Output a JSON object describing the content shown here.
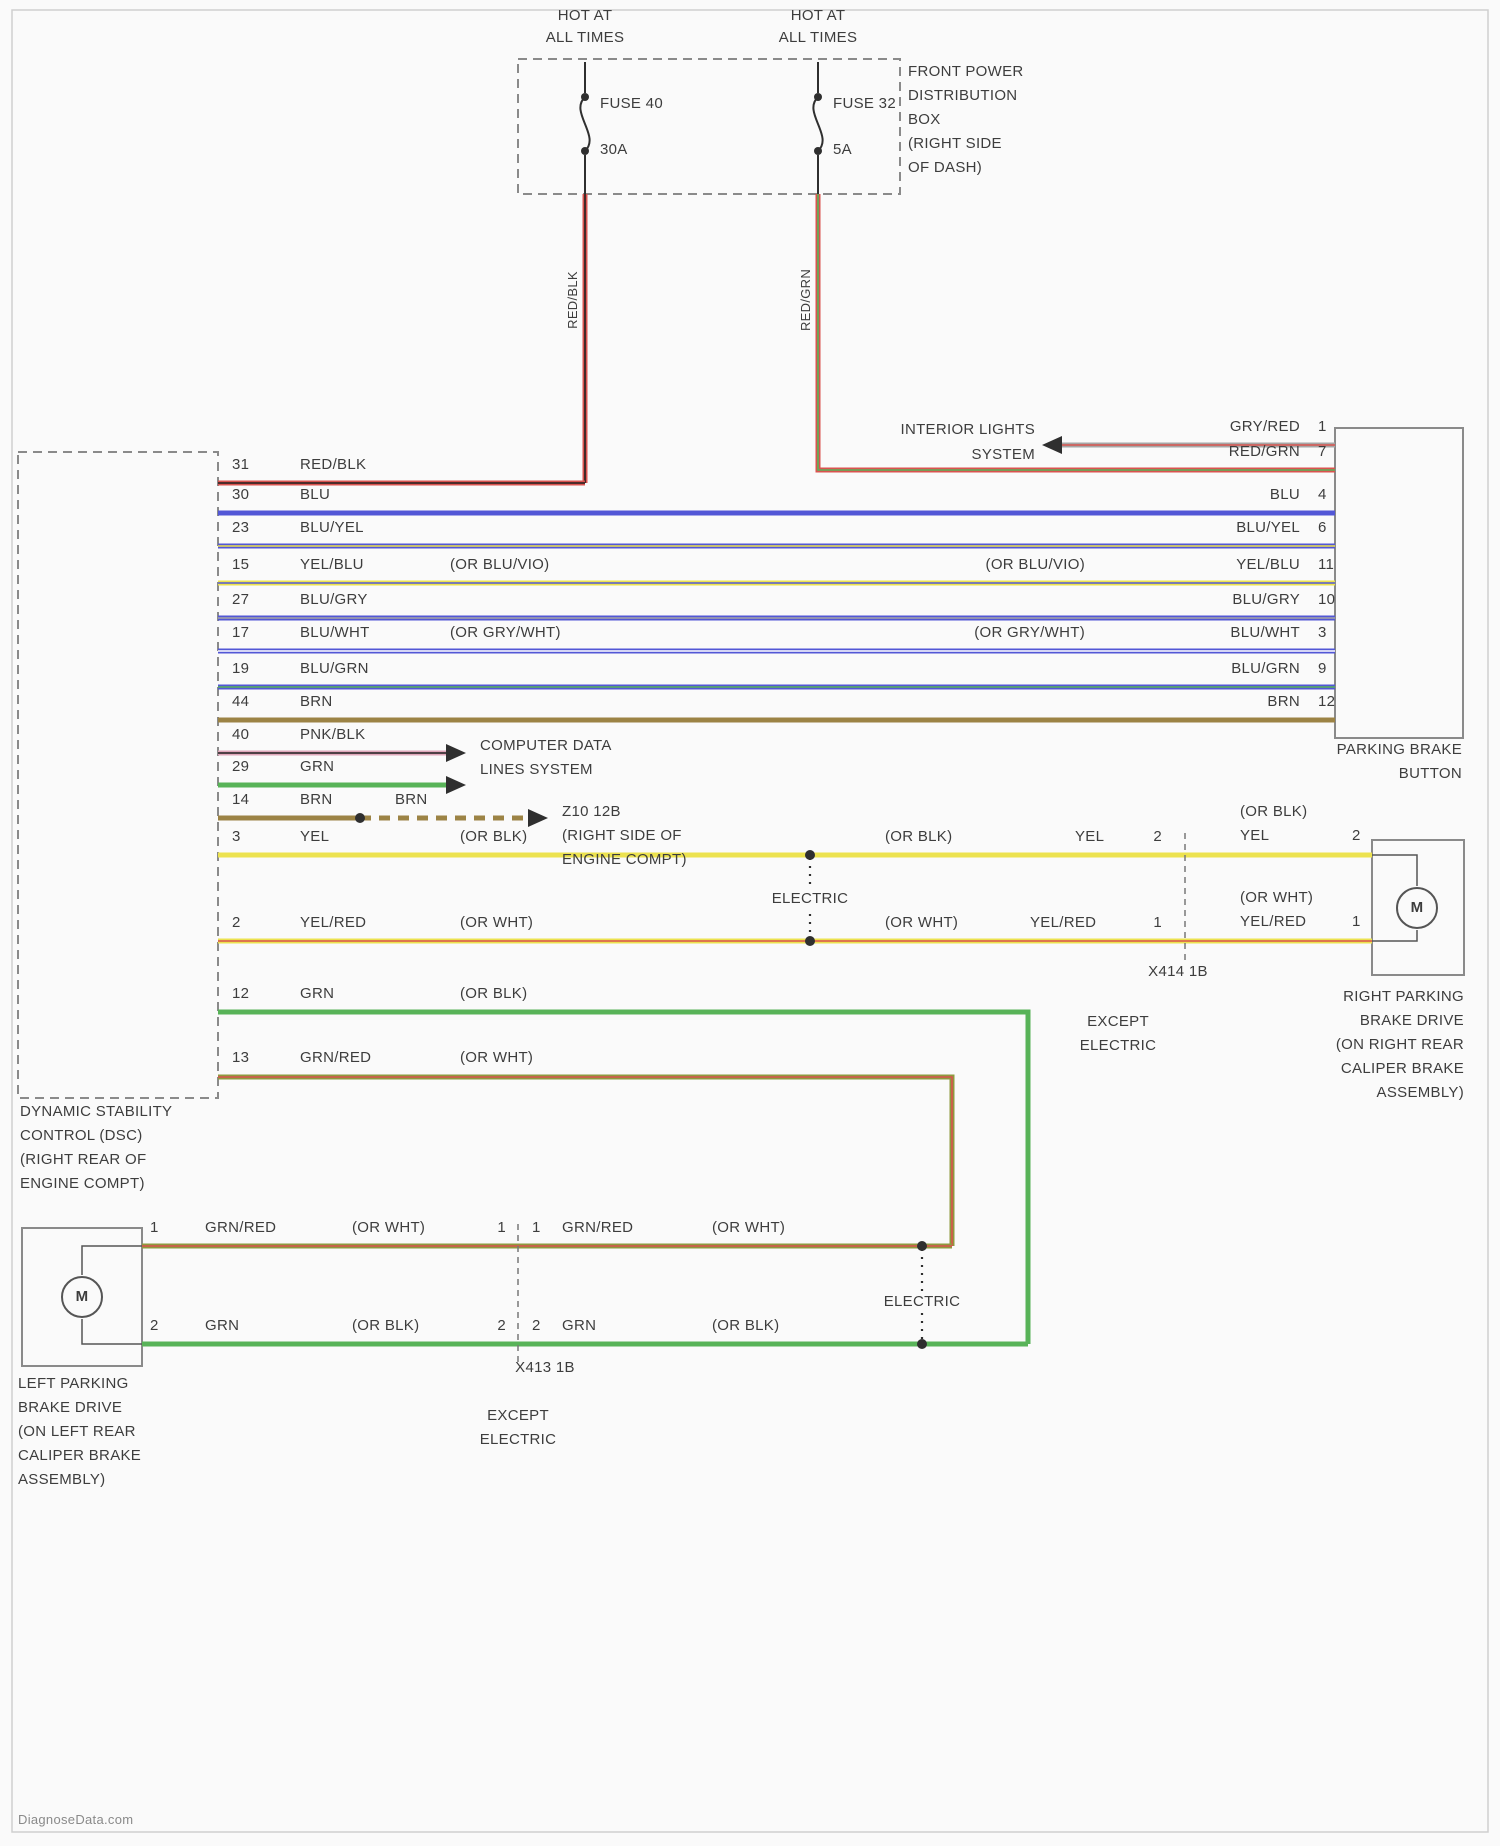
{
  "diagram": {
    "watermark": "DiagnoseData.com",
    "colors": {
      "red": "#d9534f",
      "black": "#1f1f1f",
      "blue": "#5257d6",
      "yellow": "#ece24f",
      "green": "#58b358",
      "brown": "#9c8345",
      "dark_olive": "#8f9a3e",
      "pink": "#dfa6b9",
      "gray": "#a6a6a6",
      "white": "#ffffff",
      "outline": "#8a8a8a",
      "ink": "#2f2f2f"
    },
    "labels": {
      "hot1": "HOT AT",
      "hot2": "ALL TIMES",
      "fuse40": "FUSE 40",
      "a30": "30A",
      "fuse32": "FUSE 32",
      "a5": "5A",
      "fpdb1": "FRONT POWER",
      "fpdb2": "DISTRIBUTION",
      "fpdb3": "BOX",
      "fpdb4": "(RIGHT SIDE",
      "fpdb5": "OF DASH)",
      "redblk": "RED/BLK",
      "redgrn": "RED/GRN",
      "int1": "INTERIOR LIGHTS",
      "int2": "SYSTEM",
      "gryred": "GRY/RED",
      "blu": "BLU",
      "bluyel": "BLU/YEL",
      "yelblu": "YEL/BLU",
      "blugry": "BLU/GRY",
      "bluwht": "BLU/WHT",
      "blugrn": "BLU/GRN",
      "brn": "BRN",
      "pnkblk": "PNK/BLK",
      "grn": "GRN",
      "yel": "YEL",
      "yelred": "YEL/RED",
      "grnred": "GRN/RED",
      "orbluvio": "(OR BLU/VIO)",
      "orgrywht": "(OR GRY/WHT)",
      "orblk": "(OR BLK)",
      "orwht": "(OR WHT)",
      "p1": "1",
      "p2": "2",
      "p3": "3",
      "p4": "4",
      "p6": "6",
      "p7": "7",
      "p9": "9",
      "p10": "10",
      "p11": "11",
      "p12": "12",
      "p13": "13",
      "p14": "14",
      "p15": "15",
      "p17": "17",
      "p19": "19",
      "p23": "23",
      "p27": "27",
      "p29": "29",
      "p30": "30",
      "p31": "31",
      "p40": "40",
      "p44": "44",
      "comp1": "COMPUTER DATA",
      "comp2": "LINES SYSTEM",
      "z10a": "Z10 12B",
      "z10b": "(RIGHT SIDE OF",
      "z10c": "ENGINE COMPT)",
      "electric": "ELECTRIC",
      "except": "EXCEPT",
      "x414": "X414 1B",
      "x413": "X413 1B",
      "pbb1": "PARKING BRAKE",
      "pbb2": "BUTTON",
      "dsc1": "DYNAMIC STABILITY",
      "dsc2": "CONTROL (DSC)",
      "dsc3": "(RIGHT REAR OF",
      "dsc4": "ENGINE COMPT)",
      "rm1": "RIGHT PARKING",
      "rm2": "BRAKE DRIVE",
      "rm3": "(ON RIGHT REAR",
      "rm4": "CALIPER BRAKE",
      "rm5": "ASSEMBLY)",
      "lm1": "LEFT PARKING",
      "lm2": "BRAKE DRIVE",
      "lm3": "(ON LEFT REAR",
      "lm4": "CALIPER BRAKE",
      "lm5": "ASSEMBLY)",
      "m": "M",
      "watermark": "DiagnoseData.com"
    },
    "wires": [
      {
        "code": "RED/BLK",
        "from": "FUSE 40",
        "to": "DSC pin 31"
      },
      {
        "code": "RED/GRN",
        "from": "FUSE 32",
        "to": "PARKING BRAKE BUTTON pin 7 / INTERIOR LIGHTS SYSTEM"
      },
      {
        "code": "GRY/RED",
        "from": "INTERIOR LIGHTS SYSTEM",
        "to": "PARKING BRAKE BUTTON pin 1"
      },
      {
        "code": "BLU",
        "from": "DSC pin 30",
        "to": "BUTTON pin 4"
      },
      {
        "code": "BLU/YEL",
        "from": "DSC pin 23",
        "to": "BUTTON pin 6"
      },
      {
        "code": "YEL/BLU (OR BLU/VIO)",
        "from": "DSC pin 15",
        "to": "BUTTON pin 11"
      },
      {
        "code": "BLU/GRY",
        "from": "DSC pin 27",
        "to": "BUTTON pin 10"
      },
      {
        "code": "BLU/WHT (OR GRY/WHT)",
        "from": "DSC pin 17",
        "to": "BUTTON pin 3"
      },
      {
        "code": "BLU/GRN",
        "from": "DSC pin 19",
        "to": "BUTTON pin 9"
      },
      {
        "code": "BRN",
        "from": "DSC pin 44",
        "to": "BUTTON pin 12"
      },
      {
        "code": "PNK/BLK",
        "from": "DSC pin 40",
        "to": "COMPUTER DATA LINES SYSTEM"
      },
      {
        "code": "GRN",
        "from": "DSC pin 29",
        "to": "COMPUTER DATA LINES SYSTEM"
      },
      {
        "code": "BRN",
        "from": "DSC pin 14",
        "to": "Z10 12B ground"
      },
      {
        "code": "YEL (OR BLK)",
        "from": "DSC pin 3",
        "to": "RIGHT PARKING BRAKE DRIVE pin 2 via X414 1B"
      },
      {
        "code": "YEL/RED (OR WHT)",
        "from": "DSC pin 2",
        "to": "RIGHT PARKING BRAKE DRIVE pin 1 via X414 1B"
      },
      {
        "code": "GRN (OR BLK)",
        "from": "DSC pin 12",
        "to": "LEFT PARKING BRAKE DRIVE pin 2 via X413 1B"
      },
      {
        "code": "GRN/RED (OR WHT)",
        "from": "DSC pin 13",
        "to": "LEFT PARKING BRAKE DRIVE pin 1 via X413 1B"
      }
    ]
  }
}
